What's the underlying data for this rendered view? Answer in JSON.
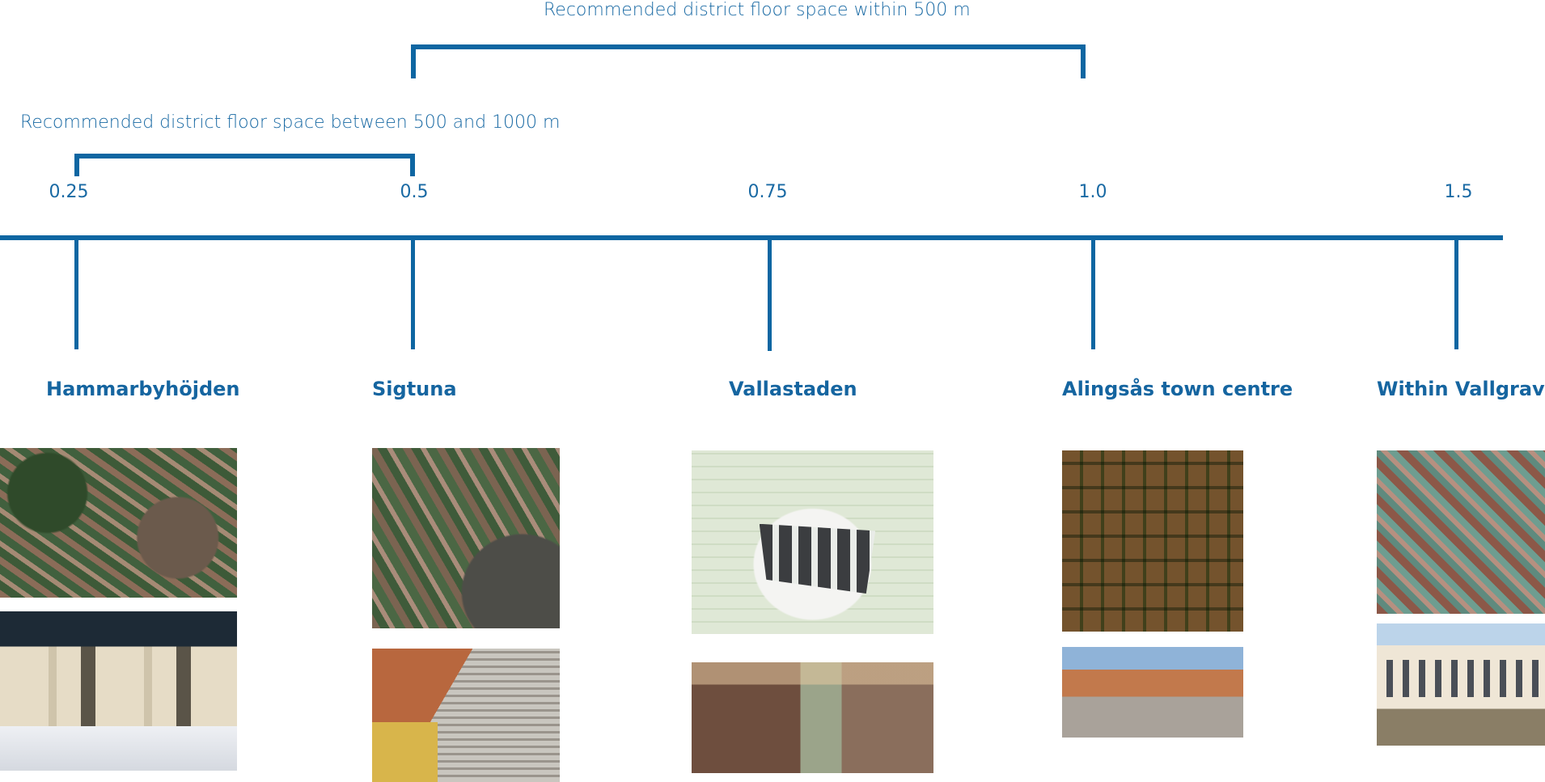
{
  "header": {
    "within_500": "Recommended district floor space within 500 m",
    "between_500_1000": "Recommended district floor space between 500 and 1000 m"
  },
  "scale": {
    "ticks": [
      {
        "label": "0.25"
      },
      {
        "label": "0.5"
      },
      {
        "label": "0.75"
      },
      {
        "label": "1.0"
      },
      {
        "label": "1.5"
      }
    ]
  },
  "districts": [
    {
      "name": "Hammarbyhöjden"
    },
    {
      "name": "Sigtuna"
    },
    {
      "name": "Vallastaden"
    },
    {
      "name": "Alingsås town centre"
    },
    {
      "name": "Within Vallgraven"
    }
  ],
  "colors": {
    "accent": "#0e66a2",
    "text": "#1a6aa4"
  }
}
